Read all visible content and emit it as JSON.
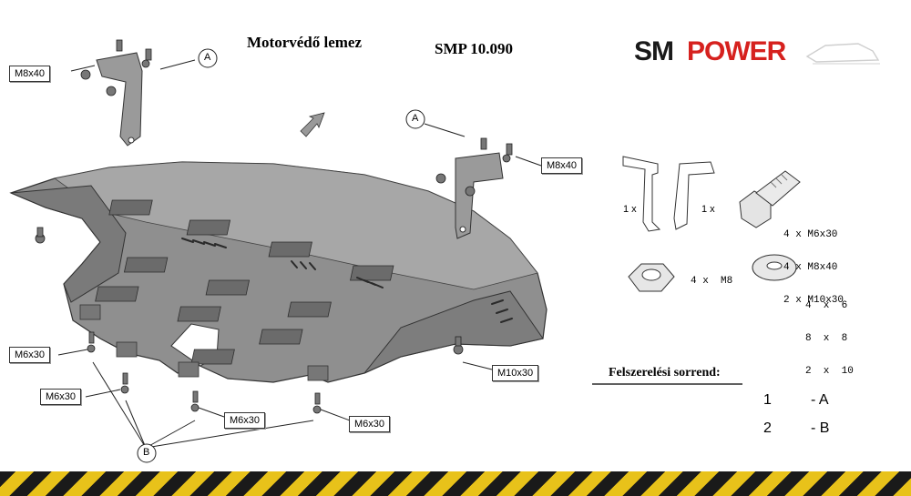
{
  "header": {
    "title": "Motorvédő lemez",
    "part_number": "SMP 10.090"
  },
  "brand": {
    "prefix": "SM",
    "suffix": "POWER",
    "prefix_color": "#1a1a1a",
    "suffix_color": "#d6211e"
  },
  "callouts": {
    "m8x40_left": "M8x40",
    "m8x40_right": "M8x40",
    "m6x30_a": "M6x30",
    "m6x30_b": "M6x30",
    "m6x30_c": "M6x30",
    "m6x30_d": "M6x30",
    "m10x30": "M10x30",
    "marker_a1": "A",
    "marker_a2": "A",
    "marker_b": "B"
  },
  "parts": {
    "bracket_left_qty": "1 x",
    "bracket_right_qty": "1 x",
    "bolts": [
      "4 x M6x30",
      "4 x M8x40",
      "2 x M10x30"
    ],
    "nuts": "4 x  M8",
    "washers": [
      "4  x  6",
      "8  x  8",
      "2  x  10"
    ]
  },
  "install": {
    "heading": "Felszerelési sorrend:",
    "steps": [
      {
        "num": "1",
        "label": "- A"
      },
      {
        "num": "2",
        "label": "- B"
      }
    ]
  },
  "colors": {
    "plate": "#8a8a8a",
    "plate_top": "#a3a3a3",
    "plate_dark": "#5e5e5e",
    "hazard_yellow": "#e8c21a",
    "hazard_black": "#1a1a1a"
  }
}
